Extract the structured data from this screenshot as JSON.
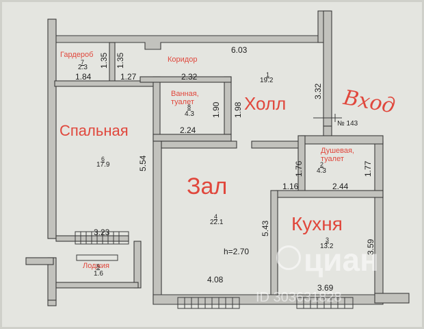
{
  "rooms": {
    "wardrobe": {
      "name": "Гардероб",
      "number": "7",
      "area": "2.3"
    },
    "corridor": {
      "name": "Коридор"
    },
    "hall": {
      "name": "Холл",
      "number": "1",
      "area": "19.2"
    },
    "bathroom": {
      "name": "Ванная,\nтуалет",
      "number": "8",
      "area": "4.3"
    },
    "bedroom": {
      "name": "Спальная",
      "number": "6",
      "area": "17.9"
    },
    "living": {
      "name": "Зал",
      "number": "4",
      "area": "22.1",
      "height": "h=2.70"
    },
    "shower": {
      "name": "Душевая,\nтуалет",
      "number": "2",
      "area": "4.3"
    },
    "kitchen": {
      "name": "Кухня",
      "number": "3",
      "area": "13.2"
    },
    "loggia": {
      "name": "Лоджия",
      "number": "5",
      "area": "1.6"
    }
  },
  "dimensions": {
    "d_6_03": "6.03",
    "d_1_35a": "1.35",
    "d_1_35b": "1.35",
    "d_1_84": "1.84",
    "d_1_27": "1.27",
    "d_2_32": "2.32",
    "d_3_32": "3.32",
    "d_1_90": "1.90",
    "d_1_98": "1.98",
    "d_2_24": "2.24",
    "d_5_54": "5.54",
    "d_1_76": "1.76",
    "d_1_77": "1.77",
    "d_1_16": "1.16",
    "d_2_44": "2.44",
    "d_5_43": "5.43",
    "d_3_59": "3.59",
    "d_3_23": "3.23",
    "d_4_08": "4.08",
    "d_3_69": "3.69"
  },
  "entrance": {
    "handwritten": "Вход",
    "marker": "№ 143"
  },
  "watermark": {
    "brand": "циан",
    "id": "ID 303631828"
  }
}
